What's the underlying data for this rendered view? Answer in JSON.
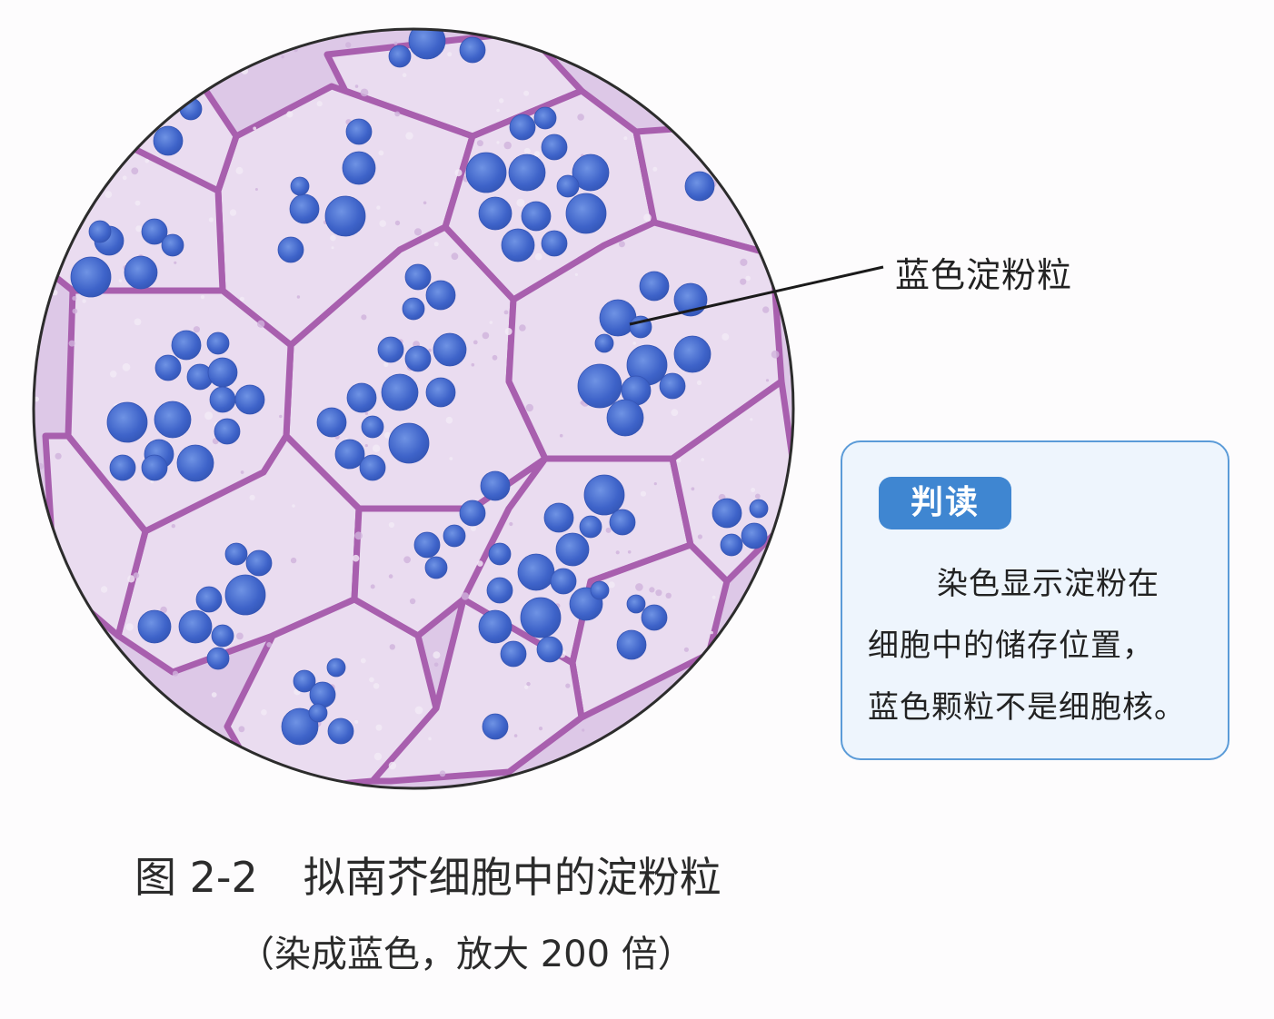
{
  "micrograph": {
    "label": "蓝色淀粉粒",
    "colors": {
      "background": "#ddc8e7",
      "cytoplasm": "#eadcf0",
      "cell_wall": "#a85fae",
      "starch_granule": "#3e63c9",
      "granule_highlight": "#6f93e4",
      "outline": "#2c2c2c"
    }
  },
  "info_box": {
    "badge": "判读",
    "lines": [
      "染色显示淀粉在",
      "细胞中的储存位置，",
      "蓝色颗粒不是细胞核。"
    ],
    "colors": {
      "border": "#5b9bd8",
      "background": "#eef5fd",
      "badge": "#3f86d1"
    }
  },
  "caption": {
    "figure_number": "图 2-2",
    "title": "拟南芥细胞中的淀粉粒",
    "subtitle": "（染成蓝色，放大 200 倍）"
  }
}
